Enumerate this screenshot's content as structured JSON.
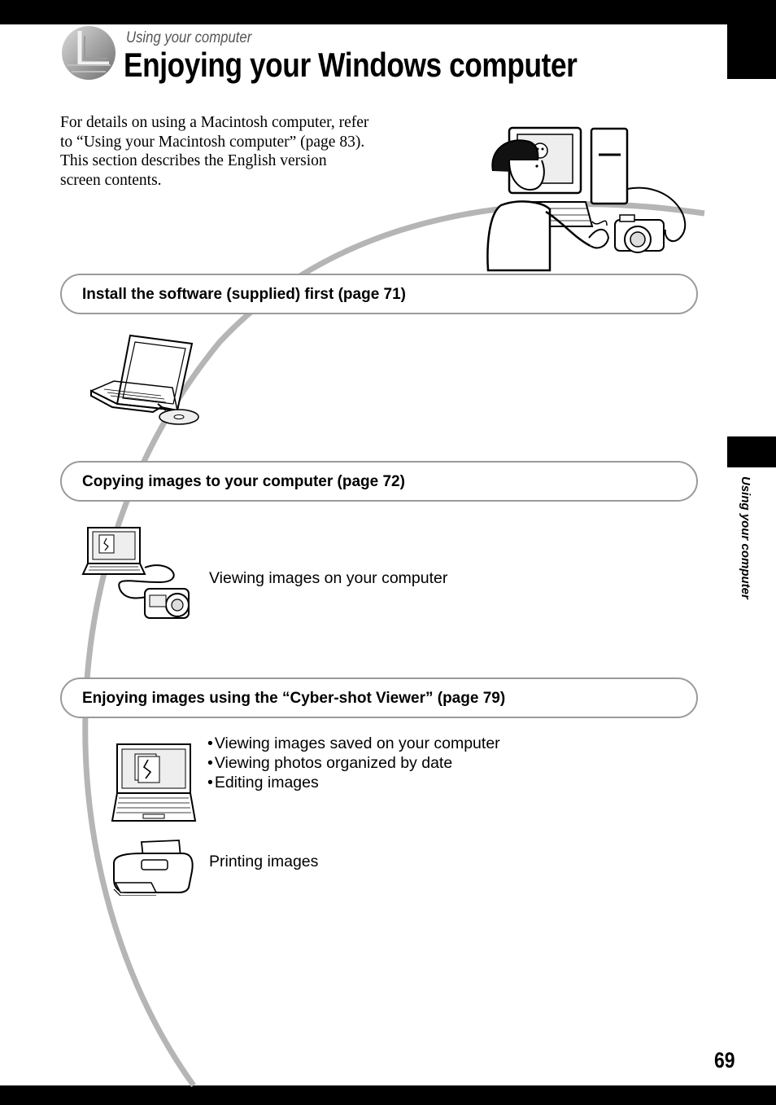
{
  "header": {
    "section_kicker": "Using your computer",
    "title": "Enjoying your Windows computer"
  },
  "intro": {
    "line1": "For details on using a Macintosh computer, refer to “Using your Macintosh computer” (page 83).",
    "line2": "This section describes the English version screen contents."
  },
  "steps": [
    {
      "label": "Install the software (supplied) first (page 71)"
    },
    {
      "label": "Copying images to your computer (page 72)",
      "caption": "Viewing images on your computer"
    },
    {
      "label": "Enjoying images using the “Cyber-shot Viewer” (page 79)",
      "bullets": [
        "Viewing images saved on your computer",
        "Viewing photos organized by date",
        "Editing images"
      ],
      "print_caption": "Printing images"
    }
  ],
  "side_label": "Using your computer",
  "page_number": "69",
  "colors": {
    "bars": "#000000",
    "arc": "#b5b5b5",
    "box_border": "#9a9a9a"
  }
}
